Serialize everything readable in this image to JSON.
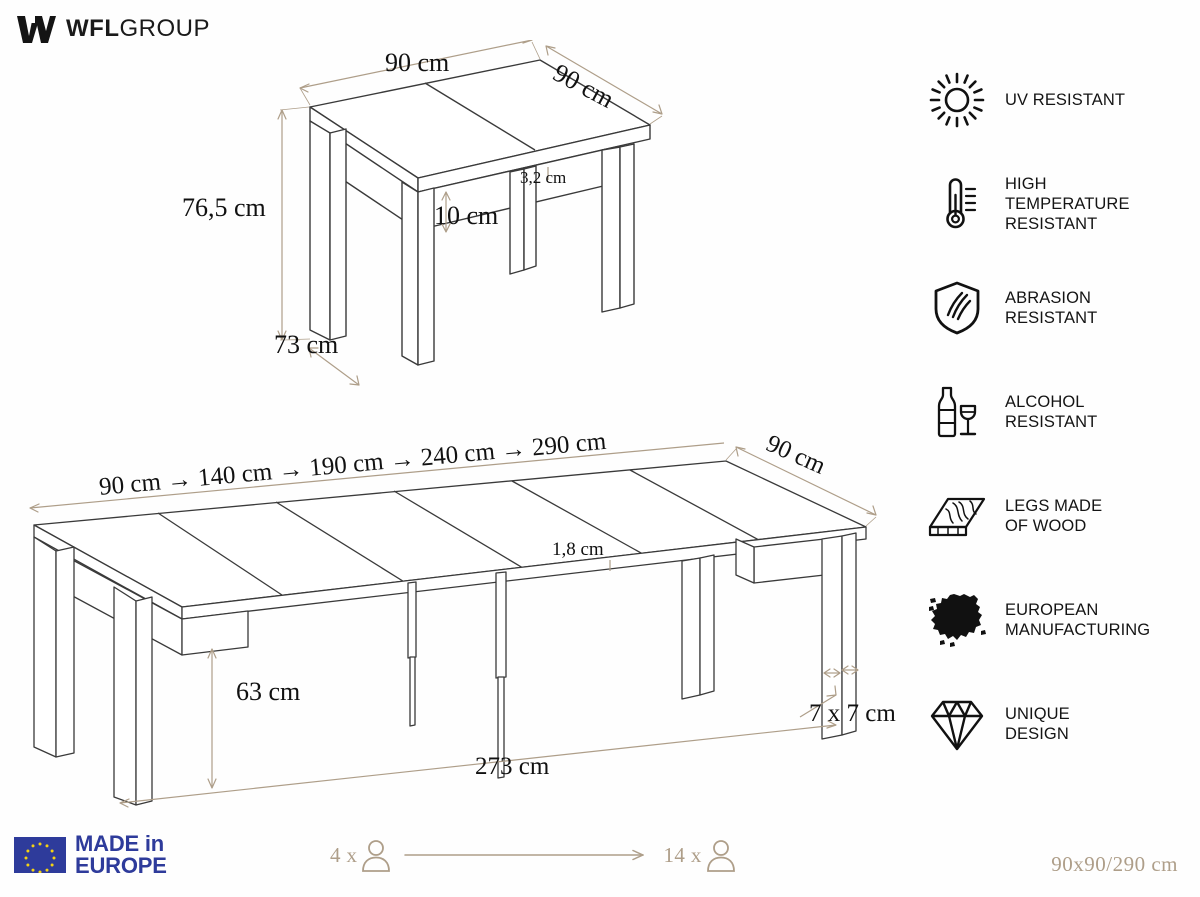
{
  "brand": {
    "mark": "wfl-double-v-mark",
    "name_bold": "WFL",
    "name_light": "GROUP"
  },
  "small_table": {
    "caption": "folded-table-dimensions",
    "width_label": "90 cm",
    "depth_label": "90 cm",
    "height_label": "76,5 cm",
    "leg_height_label": "73 cm",
    "top_thickness_label": "3,2 cm",
    "apron_label": "10 cm"
  },
  "large_table": {
    "caption": "extended-table-dimensions",
    "extension_sequence": "90 cm → 140 cm → 190 cm → 240 cm → 290 cm",
    "depth_label": "90 cm",
    "clearance_label": "63 cm",
    "inner_length_label": "273 cm",
    "top_thickness_label": "1,8 cm",
    "leg_section_label": "7 x 7 cm"
  },
  "features": [
    {
      "icon": "sun-icon",
      "label": "UV RESISTANT"
    },
    {
      "icon": "thermometer-icon",
      "label": "HIGH\nTEMPERATURE\nRESISTANT"
    },
    {
      "icon": "shield-scratch-icon",
      "label": "ABRASION\nRESISTANT"
    },
    {
      "icon": "bottle-glass-icon",
      "label": "ALCOHOL\nRESISTANT"
    },
    {
      "icon": "wood-plank-icon",
      "label": "LEGS MADE\nOF WOOD"
    },
    {
      "icon": "europe-map-icon",
      "label": "EUROPEAN\nMANUFACTURING"
    },
    {
      "icon": "diamond-icon",
      "label": "UNIQUE\nDESIGN"
    }
  ],
  "footer": {
    "made_in_europe": {
      "line1": "MADE in",
      "line2": "EUROPE",
      "flag": "eu-flag-icon"
    },
    "seating": {
      "from": "4 x",
      "to": "14 x",
      "person_icon": "person-icon",
      "arrow_icon": "arrow-right-icon"
    },
    "product_code": "90x90/290 cm"
  },
  "colors": {
    "line": "#3a3a3a",
    "dimension": "#AE9E89",
    "text": "#111111",
    "eu_blue": "#2E3B9B",
    "eu_yellow": "#F5D312",
    "background": "#fefefe"
  }
}
